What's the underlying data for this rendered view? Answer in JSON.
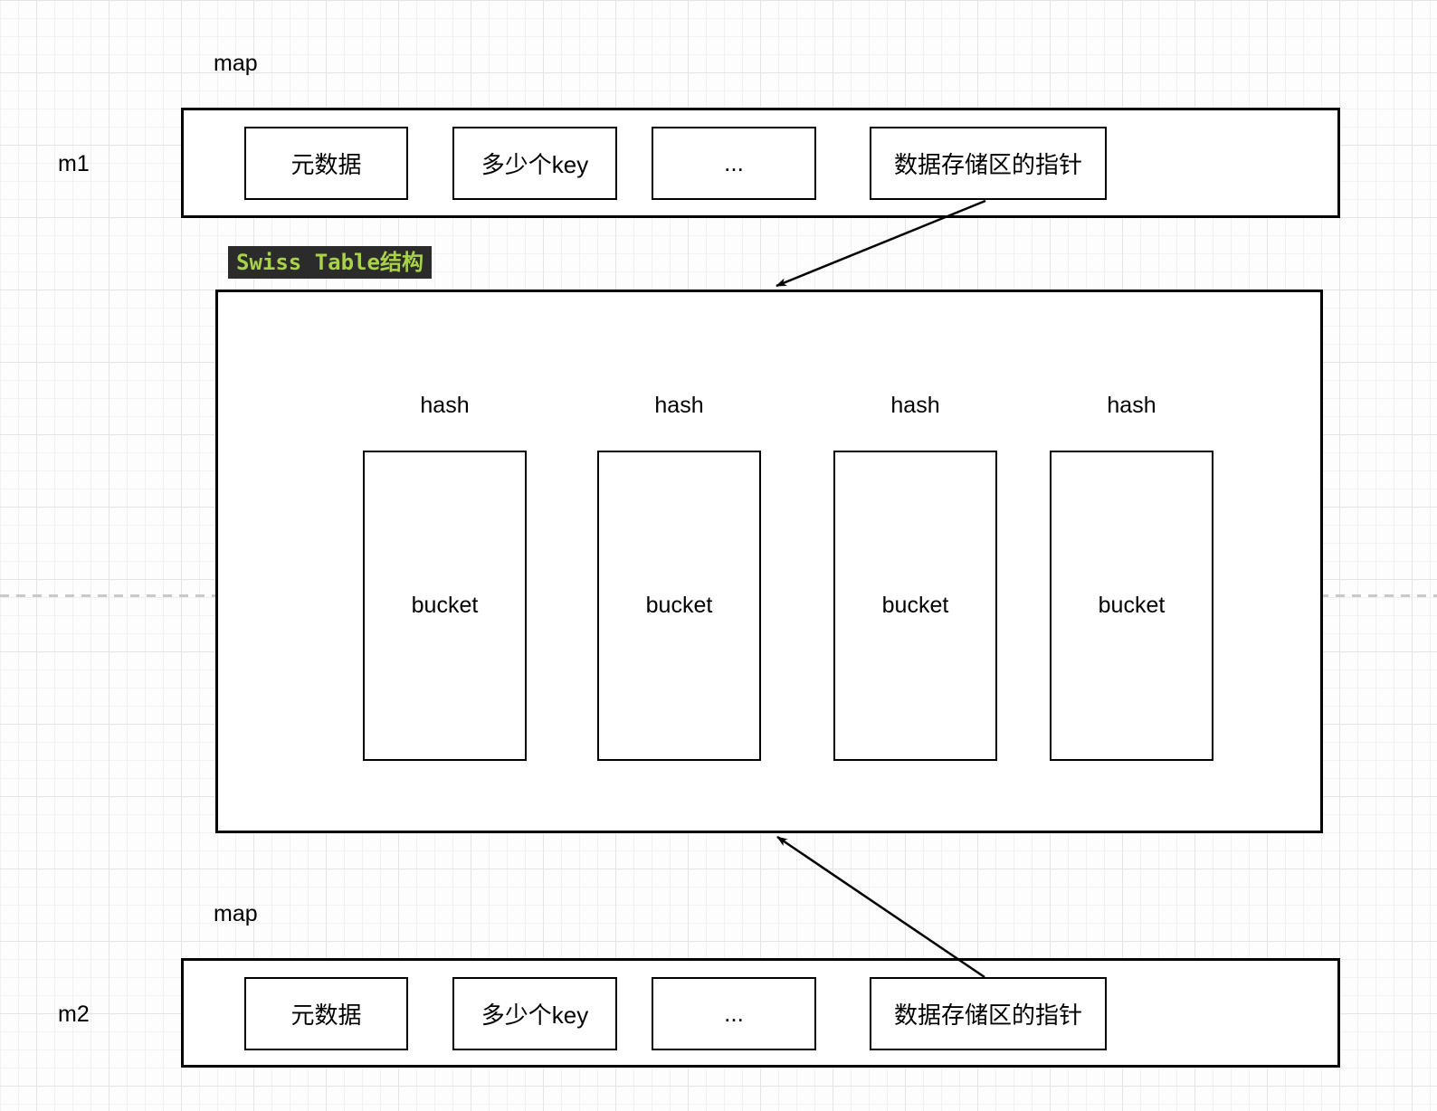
{
  "colors": {
    "line": "#000000",
    "shape_fill": "#ffffff",
    "highlight_bg": "#2b2b2b",
    "highlight_text": "#a8d24a",
    "dashed_guide": "#c9c9c9",
    "grid_minor": "#f1f1f1",
    "grid_major": "#e4e4e4"
  },
  "m1": {
    "map_label": "map",
    "name_label": "m1",
    "cells": [
      "元数据",
      "多少个key",
      "...",
      "数据存储区的指针"
    ]
  },
  "m2": {
    "map_label": "map",
    "name_label": "m2",
    "cells": [
      "元数据",
      "多少个key",
      "...",
      "数据存储区的指针"
    ]
  },
  "swiss_table": {
    "title": "Swiss Table结构",
    "columns": [
      {
        "hash_label": "hash",
        "bucket_label": "bucket"
      },
      {
        "hash_label": "hash",
        "bucket_label": "bucket"
      },
      {
        "hash_label": "hash",
        "bucket_label": "bucket"
      },
      {
        "hash_label": "hash",
        "bucket_label": "bucket"
      }
    ]
  }
}
